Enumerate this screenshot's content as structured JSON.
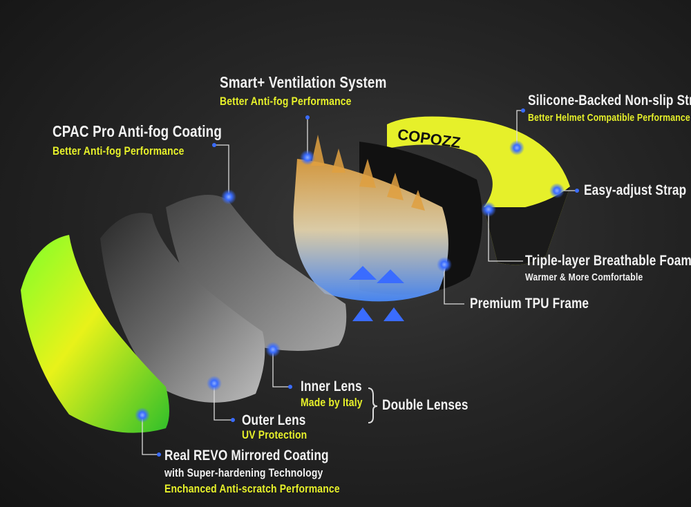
{
  "callouts": {
    "ventilation": {
      "title": "Smart+ Ventilation System",
      "subtitle": "Better Anti-fog Performance"
    },
    "coating": {
      "title": "CPAC Pro Anti-fog Coating",
      "subtitle": "Better Anti-fog Performance"
    },
    "strap": {
      "title": "Silicone-Backed Non-slip Strap",
      "subtitle": "Better Helmet Compatible Performance"
    },
    "adjust": {
      "title": "Easy-adjust Strap"
    },
    "foam": {
      "title": "Triple-layer Breathable Foam",
      "subtitle": "Warmer & More Comfortable"
    },
    "frame": {
      "title": "Premium TPU Frame"
    },
    "inner_lens": {
      "title": "Inner Lens",
      "subtitle": "Made by Italy"
    },
    "double": {
      "title": "Double Lenses"
    },
    "outer_lens": {
      "title": "Outer Lens",
      "subtitle": "UV Protection"
    },
    "revo": {
      "line1": "Real REVO Mirrored Coating",
      "line2": "with Super-hardening Technology",
      "subtitle": "Enchanced Anti-scratch Performance"
    }
  },
  "brand": {
    "logo_text": "COPOZZ"
  },
  "colors": {
    "accent_yellow": "#e6f02a",
    "dot_blue": "#3a6cff",
    "background": "#1c1c1c"
  }
}
